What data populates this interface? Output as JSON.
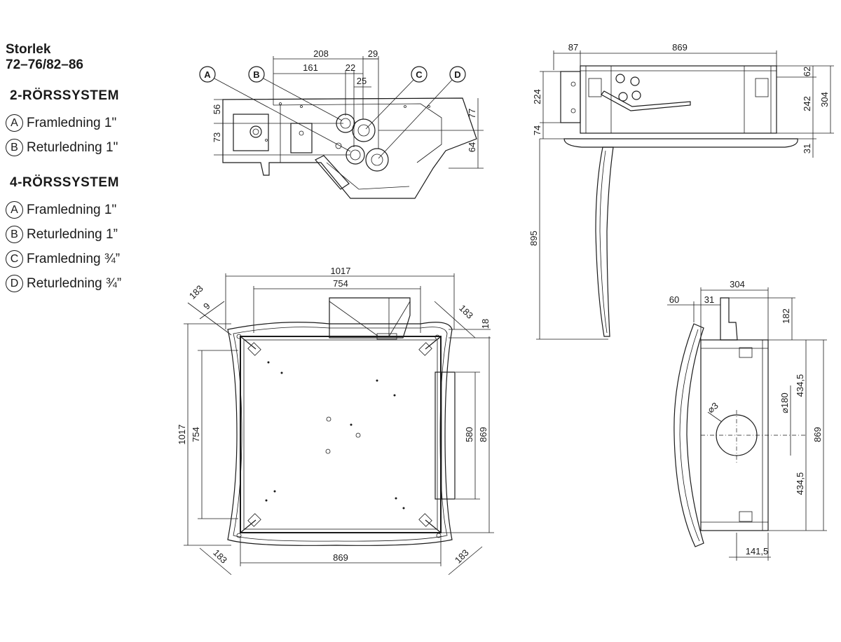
{
  "legend": {
    "size_title_line1": "Storlek",
    "size_title_line2": "72–76/82–86",
    "system2": {
      "title": "2-RÖRSSYSTEM",
      "items": [
        {
          "letter": "A",
          "label": "Framledning 1\""
        },
        {
          "letter": "B",
          "label": "Returledning 1\""
        }
      ]
    },
    "system4": {
      "title": "4-RÖRSSYSTEM",
      "items": [
        {
          "letter": "A",
          "label": "Framledning 1\""
        },
        {
          "letter": "B",
          "label": "Returledning 1”"
        },
        {
          "letter": "C",
          "label": "Framledning ¾”"
        },
        {
          "letter": "D",
          "label": "Returledning ¾”"
        }
      ]
    }
  },
  "detail_view": {
    "callouts": [
      "A",
      "B",
      "C",
      "D"
    ],
    "dims": {
      "d208": "208",
      "d29": "29",
      "d161": "161",
      "d22": "22",
      "d25": "25",
      "d56": "56",
      "d73": "73",
      "d77": "77",
      "d64": "64"
    }
  },
  "top_view": {
    "dims": {
      "d1017_top": "1017",
      "d754_top": "754",
      "d183_tl": "183",
      "d9": "9",
      "d183_tr": "183",
      "d18": "18",
      "d1017_left": "1017",
      "d754_left": "754",
      "d580": "580",
      "d869_right": "869",
      "d183_bl": "183",
      "d869_bottom": "869",
      "d183_br": "183"
    }
  },
  "side_view": {
    "dims": {
      "d87": "87",
      "d869": "869",
      "d224": "224",
      "d74": "74",
      "d62": "62",
      "d242": "242",
      "d304": "304",
      "d31": "31",
      "d895": "895"
    }
  },
  "section_view": {
    "dims": {
      "d304": "304",
      "d60": "60",
      "d31": "31",
      "d182": "182",
      "d434_top": "434,5",
      "d869": "869",
      "d434_bot": "434,5",
      "d180": "⌀180",
      "d3": "⌀3",
      "d141": "141,5"
    }
  }
}
